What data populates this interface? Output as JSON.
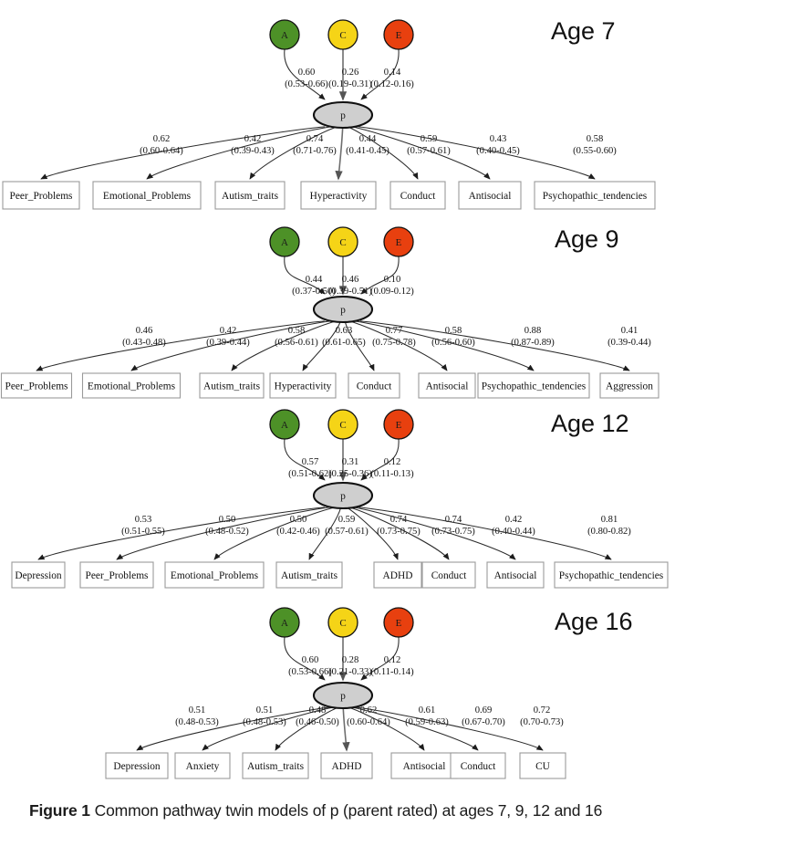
{
  "figure": {
    "caption_bold": "Figure 1",
    "caption_text": "Common pathway twin models of p (parent rated) at ages 7, 9, 12 and 16"
  },
  "colors": {
    "A": "#4d9127",
    "C": "#f5d417",
    "E": "#e8400f",
    "P": "#cfcfcf",
    "edge": "#2b2b2b",
    "box_stroke": "#9a9a9a"
  },
  "node_labels": {
    "A": "A",
    "C": "C",
    "E": "E",
    "P": "p"
  },
  "chart_data": {
    "type": "diagram",
    "title": "Common pathway twin models of p (parent rated) at ages 7, 9, 12 and 16",
    "panels": [
      {
        "age_label": "Age 7",
        "latent": "p",
        "ace_paths": [
          {
            "from": "A",
            "estimate": "0.60",
            "ci": "(0.53-0.66)"
          },
          {
            "from": "C",
            "estimate": "0.26",
            "ci": "(0.19-0.31)"
          },
          {
            "from": "E",
            "estimate": "0.14",
            "ci": "(0.12-0.16)"
          }
        ],
        "loadings": [
          {
            "indicator": "Peer_Problems",
            "estimate": "0.62",
            "ci": "(0.60-0.64)"
          },
          {
            "indicator": "Emotional_Problems",
            "estimate": "0.42",
            "ci": "(0.39-0.43)"
          },
          {
            "indicator": "Autism_traits",
            "estimate": "0.74",
            "ci": "(0.71-0.76)"
          },
          {
            "indicator": "Hyperactivity",
            "estimate": "0.44",
            "ci": "(0.41-0.45)"
          },
          {
            "indicator": "Conduct",
            "estimate": "0.59",
            "ci": "(0.57-0.61)"
          },
          {
            "indicator": "Antisocial",
            "estimate": "0.43",
            "ci": "(0.40-0.45)"
          },
          {
            "indicator": "Psychopathic_tendencies",
            "estimate": "0.58",
            "ci": "(0.55-0.60)"
          }
        ]
      },
      {
        "age_label": "Age 9",
        "latent": "p",
        "ace_paths": [
          {
            "from": "A",
            "estimate": "0.44",
            "ci": "(0.37-0.50)"
          },
          {
            "from": "C",
            "estimate": "0.46",
            "ci": "(0.39-0.51)"
          },
          {
            "from": "E",
            "estimate": "0.10",
            "ci": "(0.09-0.12)"
          }
        ],
        "loadings": [
          {
            "indicator": "Peer_Problems",
            "estimate": "0.46",
            "ci": "(0.43-0.48)"
          },
          {
            "indicator": "Emotional_Problems",
            "estimate": "0.42",
            "ci": "(0.39-0.44)"
          },
          {
            "indicator": "Autism_traits",
            "estimate": "0.58",
            "ci": "(0.56-0.61)"
          },
          {
            "indicator": "Hyperactivity",
            "estimate": "0.63",
            "ci": "(0.61-0.65)"
          },
          {
            "indicator": "Conduct",
            "estimate": "0.77",
            "ci": "(0.75-0.78)"
          },
          {
            "indicator": "Antisocial",
            "estimate": "0.58",
            "ci": "(0.56-0.60)"
          },
          {
            "indicator": "Psychopathic_tendencies",
            "estimate": "0.88",
            "ci": "(0.87-0.89)"
          },
          {
            "indicator": "Aggression",
            "estimate": "0.41",
            "ci": "(0.39-0.44)"
          }
        ]
      },
      {
        "age_label": "Age 12",
        "latent": "p",
        "ace_paths": [
          {
            "from": "A",
            "estimate": "0.57",
            "ci": "(0.51-0.62)"
          },
          {
            "from": "C",
            "estimate": "0.31",
            "ci": "(0.25-0.36)"
          },
          {
            "from": "E",
            "estimate": "0.12",
            "ci": "(0.11-0.13)"
          }
        ],
        "loadings": [
          {
            "indicator": "Depression",
            "estimate": "0.53",
            "ci": "(0.51-0.55)"
          },
          {
            "indicator": "Peer_Problems",
            "estimate": "0.50",
            "ci": "(0.48-0.52)"
          },
          {
            "indicator": "Emotional_Problems",
            "estimate": "0.50",
            "ci": "(0.42-0.46)"
          },
          {
            "indicator": "Autism_traits",
            "estimate": "0.59",
            "ci": "(0.57-0.61)"
          },
          {
            "indicator": "ADHD",
            "estimate": "0.74",
            "ci": "(0.73-0.75)"
          },
          {
            "indicator": "Conduct",
            "estimate": "0.74",
            "ci": "(0.73-0.75)"
          },
          {
            "indicator": "Antisocial",
            "estimate": "0.42",
            "ci": "(0.40-0.44)"
          },
          {
            "indicator": "Psychopathic_tendencies",
            "estimate": "0.81",
            "ci": "(0.80-0.82)"
          }
        ]
      },
      {
        "age_label": "Age 16",
        "latent": "p",
        "ace_paths": [
          {
            "from": "A",
            "estimate": "0.60",
            "ci": "(0.53-0.66)"
          },
          {
            "from": "C",
            "estimate": "0.28",
            "ci": "(0.21-0.33)"
          },
          {
            "from": "E",
            "estimate": "0.12",
            "ci": "(0.11-0.14)"
          }
        ],
        "loadings": [
          {
            "indicator": "Depression",
            "estimate": "0.51",
            "ci": "(0.48-0.53)"
          },
          {
            "indicator": "Anxiety",
            "estimate": "0.51",
            "ci": "(0.48-0.53)"
          },
          {
            "indicator": "Autism_traits",
            "estimate": "0.48",
            "ci": "(0.46-0.50)"
          },
          {
            "indicator": "ADHD",
            "estimate": "0.62",
            "ci": "(0.60-0.64)"
          },
          {
            "indicator": "Antisocial",
            "estimate": "0.61",
            "ci": "(0.59-0.63)"
          },
          {
            "indicator": "Conduct",
            "estimate": "0.69",
            "ci": "(0.67-0.70)"
          },
          {
            "indicator": "CU",
            "estimate": "0.72",
            "ci": "(0.70-0.73)"
          }
        ]
      }
    ]
  }
}
